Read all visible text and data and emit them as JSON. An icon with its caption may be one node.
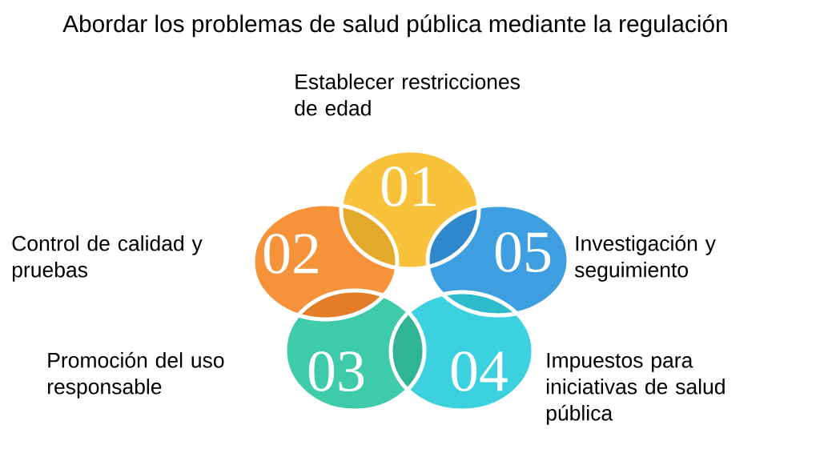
{
  "diagram": {
    "title": "Abordar los problemas de salud pública mediante la regulación",
    "nodes": [
      {
        "text": [
          "01"
        ],
        "beside": [
          "Establecer restricciones de edad"
        ]
      },
      {
        "text": [
          "02"
        ],
        "beside": [
          "Control de calidad y pruebas"
        ]
      },
      {
        "text": [
          "03"
        ],
        "beside": [
          "Promoción del uso responsable"
        ]
      },
      {
        "text": [
          "04"
        ],
        "beside": [
          "Impuestos para iniciativas de salud pública"
        ]
      },
      {
        "text": [
          "05"
        ],
        "beside": [
          "Investigación y seguimiento"
        ]
      }
    ]
  }
}
